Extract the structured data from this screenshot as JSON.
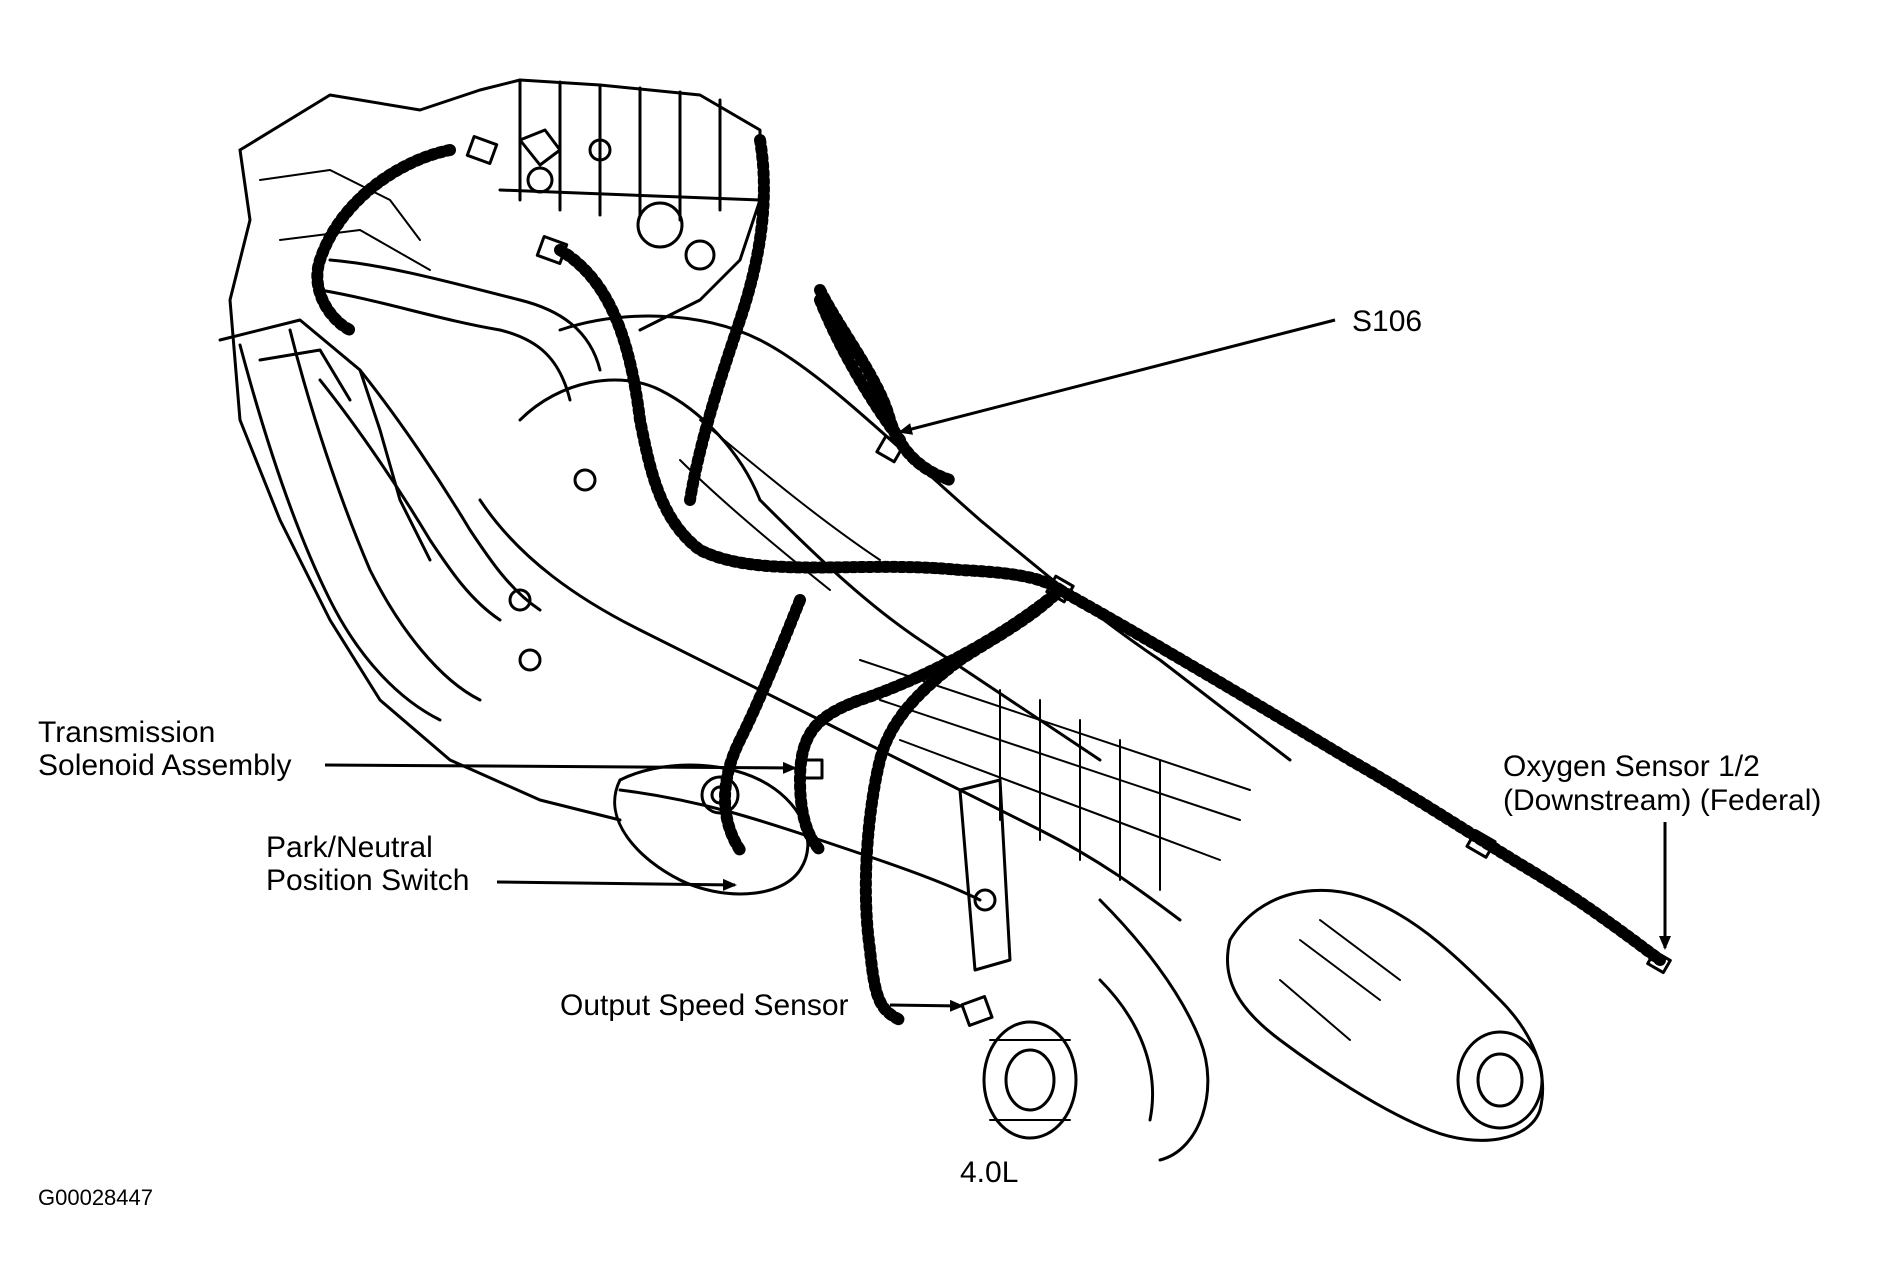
{
  "labels": {
    "s106": "S106",
    "transmission_line1": "Transmission",
    "transmission_line2": "Solenoid Assembly",
    "park_line1": "Park/Neutral",
    "park_line2": "Position Switch",
    "output_speed": "Output Speed Sensor",
    "oxygen_line1": "Oxygen Sensor 1/2",
    "oxygen_line2": "(Downstream) (Federal)",
    "engine": "4.0L",
    "figure_id": "G00028447"
  }
}
